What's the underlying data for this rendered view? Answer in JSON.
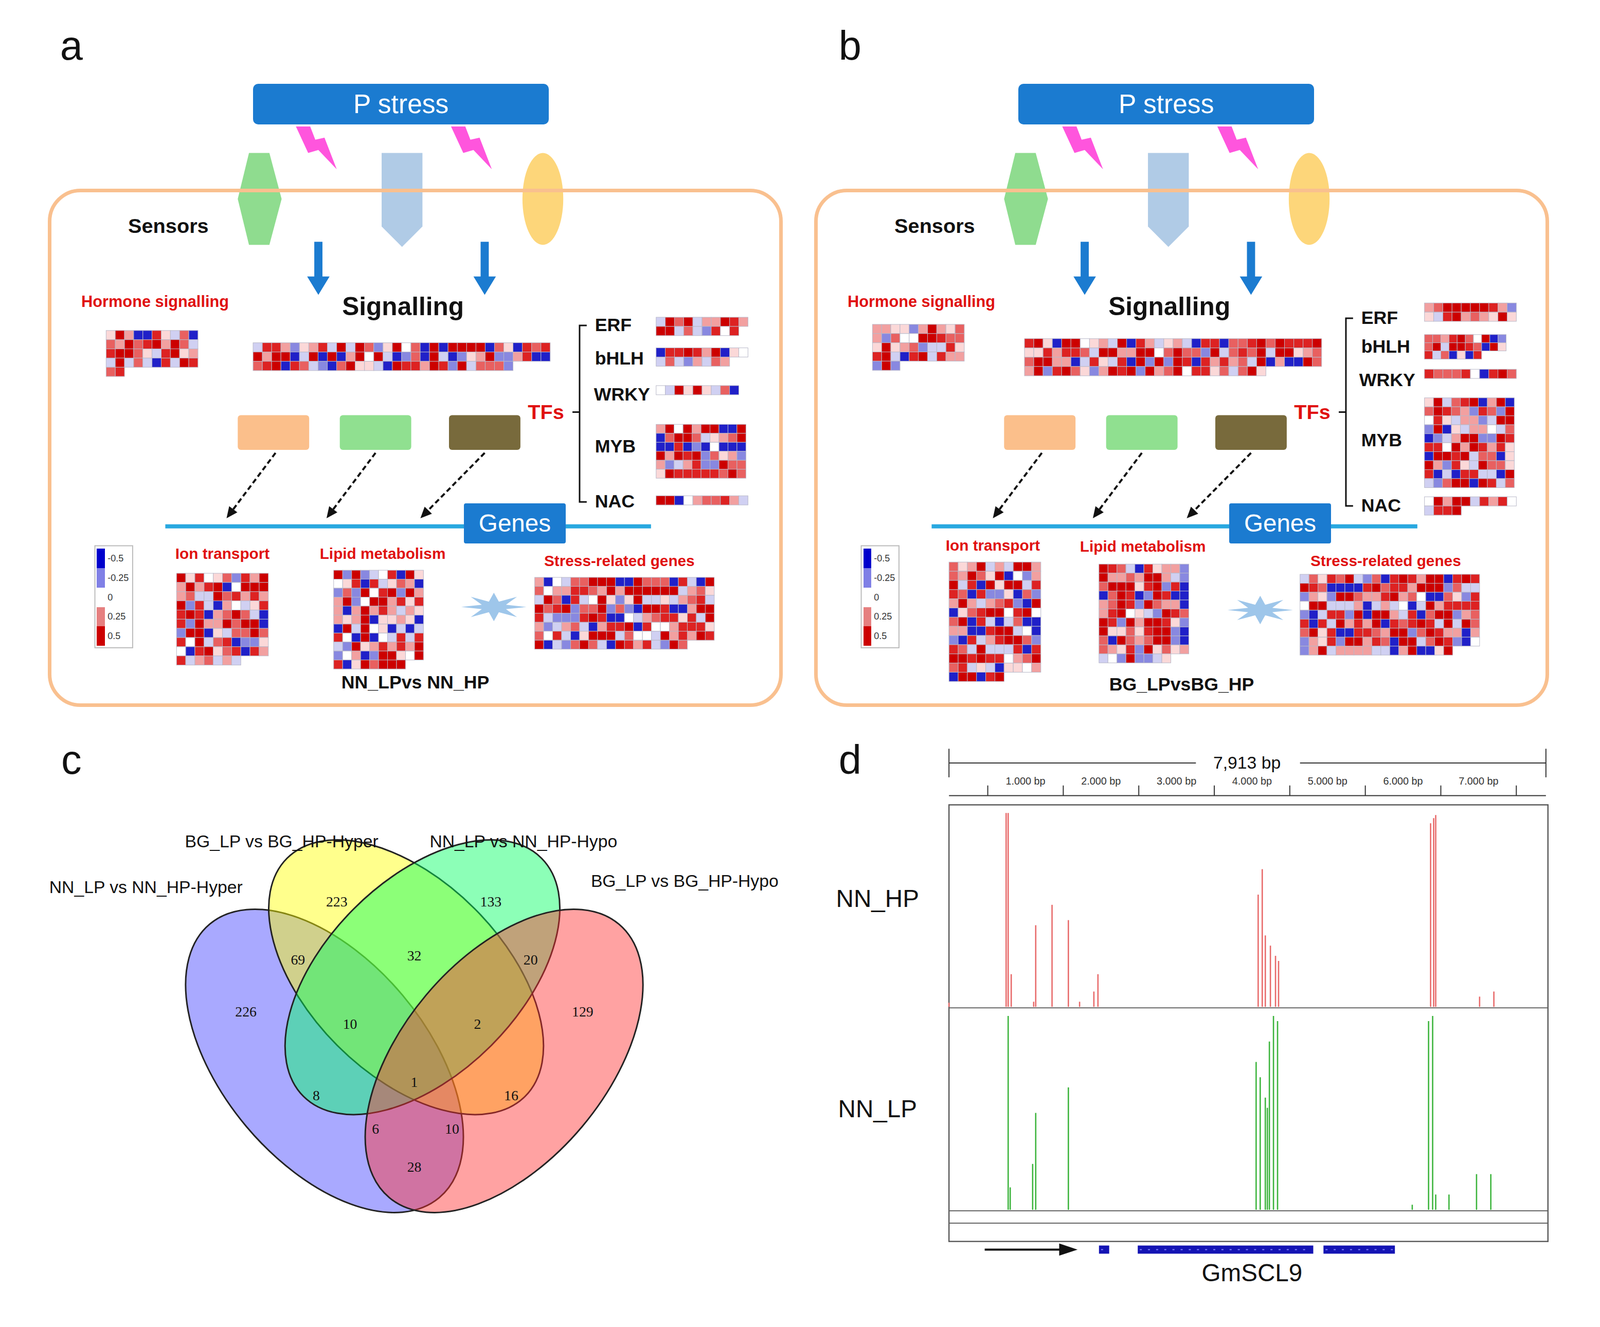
{
  "diagram": {
    "nodes": [
      {
        "text": [
          "P stress"
        ]
      },
      {
        "text": [
          "NN_LPvs NN_HP"
        ]
      },
      {
        "text": [
          "Genes"
        ],
        "in": 1
      },
      {
        "text": [
          "P stress"
        ]
      },
      {
        "text": [
          "BG_LPvsBG_HP"
        ]
      },
      {
        "text": [
          "Genes"
        ],
        "in": 4
      }
    ],
    "labels": [
      "a",
      "b",
      "c",
      "d",
      "Sensors",
      "Hormone signalling",
      "Signalling",
      "ERF",
      "bHLH",
      "WRKY",
      "MYB",
      "NAC",
      "TFs",
      "Ion transport",
      "Lipid metabolism",
      "Stress-related genes",
      "Sensors",
      "Hormone signalling",
      "Signalling",
      "ERF",
      "bHLH",
      "WRKY",
      "MYB",
      "NAC",
      "TFs",
      "Ion transport",
      "Lipid metabolism",
      "Stress-related genes",
      "NN_LP vs NN_HP-Hyper",
      "BG_LP vs BG_HP-Hyper",
      "NN_LP vs NN_HP-Hypo",
      "BG_LP vs BG_HP-Hypo",
      "223",
      "133",
      "226",
      "69",
      "32",
      "20",
      "129",
      "10",
      "2",
      "8",
      "1",
      "16",
      "6",
      "10",
      "28",
      "7,913 bp",
      "1.000 bp",
      "2.000 bp",
      "3.000 bp",
      "4.000 bp",
      "5.000 bp",
      "6.000 bp",
      "7.000 bp",
      "NN_HP",
      "NN_LP",
      "GmSCL9"
    ],
    "legend": [
      {
        "text": "-0.5",
        "color": "#0000cc"
      },
      {
        "text": "-0.25",
        "color": "#8080e6"
      },
      {
        "text": "0",
        "color": "#ffffff"
      },
      {
        "text": "0.25",
        "color": "#e68080"
      },
      {
        "text": "0.5",
        "color": "#cc0000"
      },
      {
        "text": "-0.5",
        "color": "#0000cc"
      },
      {
        "text": "-0.25",
        "color": "#8080e6"
      },
      {
        "text": "0",
        "color": "#ffffff"
      },
      {
        "text": "0.25",
        "color": "#e68080"
      },
      {
        "text": "0.5",
        "color": "#cc0000"
      }
    ]
  }
}
